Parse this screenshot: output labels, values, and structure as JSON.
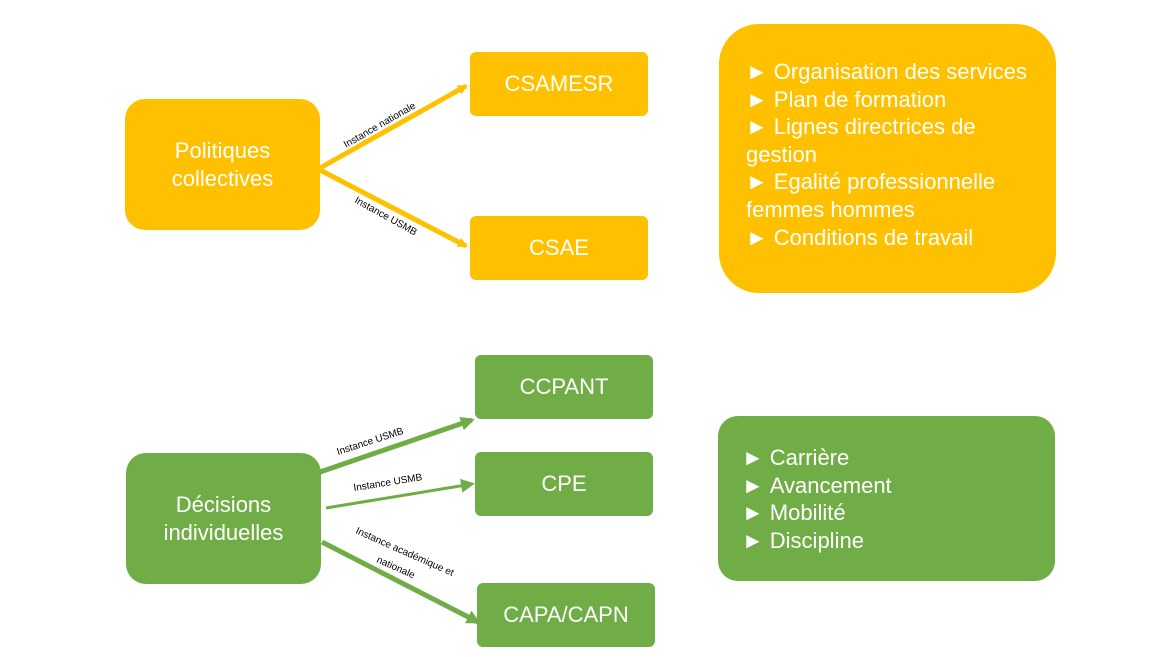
{
  "colors": {
    "yellow": "#ffc000",
    "green": "#70ad47",
    "text": "#ffffff"
  },
  "top": {
    "source_lines": [
      "Politiques",
      "collectives"
    ],
    "targets": [
      "CSAMESR",
      "CSAE"
    ],
    "edge_labels": [
      "Instance nationale",
      "Instance USMB"
    ],
    "panel_items": [
      {
        "bullet": "►",
        "text": "Organisation des services"
      },
      {
        "bullet": "►",
        "text": "Plan de formation"
      },
      {
        "bullet": "►",
        "text": "Lignes directrices de gestion"
      },
      {
        "bullet": "►",
        "text": "Egalité professionnelle femmes hommes"
      },
      {
        "bullet": "►",
        "text": "Conditions de travail"
      }
    ]
  },
  "bottom": {
    "source_lines": [
      "Décisions",
      "individuelles"
    ],
    "targets": [
      "CCPANT",
      "CPE",
      "CAPA/CAPN"
    ],
    "edge_labels": [
      "Instance USMB",
      "Instance USMB",
      "Instance académique et",
      "nationale"
    ],
    "panel_items": [
      {
        "bullet": "►",
        "text": "Carrière"
      },
      {
        "bullet": "►",
        "text": "Avancement"
      },
      {
        "bullet": "►",
        "text": "Mobilité"
      },
      {
        "bullet": "►",
        "text": "Discipline"
      }
    ]
  }
}
